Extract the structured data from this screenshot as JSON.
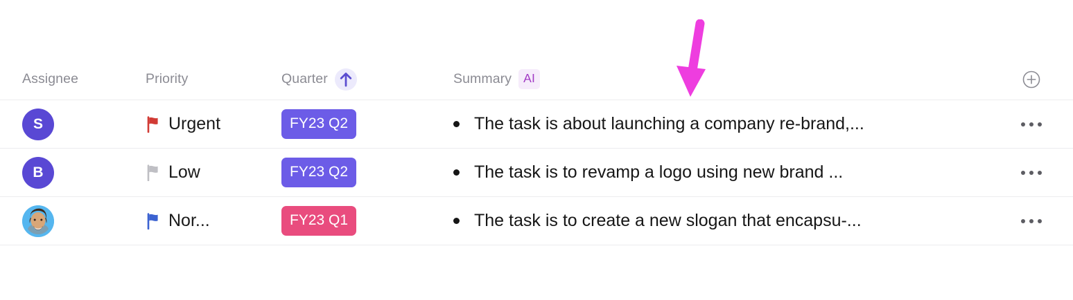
{
  "colors": {
    "avatar_purple": "#5948d4",
    "chip_purple": "#6c5ce7",
    "chip_pink": "#e94c7e",
    "header_text": "#8b8b93",
    "ai_badge_bg": "#f6ecfb",
    "ai_badge_text": "#a23bc4",
    "sort_badge_bg": "#eceafc",
    "sort_arrow": "#5b4cd0",
    "row_divider": "#ececee",
    "flag_red": "#d13b35",
    "flag_gray": "#bfbfc4",
    "flag_blue": "#3b62d1",
    "annotation_arrow": "#ee3ddf",
    "avatar_photo_bg": "#55b6ef"
  },
  "table": {
    "columns": [
      {
        "key": "assignee",
        "label": "Assignee",
        "sorted": false,
        "badge": null
      },
      {
        "key": "priority",
        "label": "Priority",
        "sorted": false,
        "badge": null
      },
      {
        "key": "quarter",
        "label": "Quarter",
        "sorted": true,
        "sort_direction": "ascending",
        "badge": null
      },
      {
        "key": "summary",
        "label": "Summary",
        "sorted": false,
        "badge": "AI"
      }
    ],
    "add_column_icon": "plus-circle-icon",
    "row_menu_icon": "more-horizontal-icon",
    "rows": [
      {
        "assignee": {
          "type": "initials",
          "initials": "S",
          "color": "#5948d4"
        },
        "priority": {
          "label": "Urgent",
          "flag_color": "#d13b35",
          "icon": "flag-icon"
        },
        "quarter": {
          "label": "FY23 Q2",
          "color": "#6c5ce7"
        },
        "summary": "The task is about launching a company re-brand,..."
      },
      {
        "assignee": {
          "type": "initials",
          "initials": "B",
          "color": "#5948d4"
        },
        "priority": {
          "label": "Low",
          "flag_color": "#bfbfc4",
          "icon": "flag-icon"
        },
        "quarter": {
          "label": "FY23 Q2",
          "color": "#6c5ce7"
        },
        "summary": "The task is to revamp a logo using new brand ..."
      },
      {
        "assignee": {
          "type": "photo",
          "initials": "",
          "color": "#55b6ef"
        },
        "priority": {
          "label": "Nor...",
          "flag_color": "#3b62d1",
          "icon": "flag-icon"
        },
        "quarter": {
          "label": "FY23 Q1",
          "color": "#e94c7e"
        },
        "summary": "The task is to create a new slogan that encapsu-..."
      }
    ]
  },
  "annotation": {
    "type": "arrow",
    "direction": "down",
    "color": "#ee3ddf",
    "points_at": "summary-column"
  }
}
